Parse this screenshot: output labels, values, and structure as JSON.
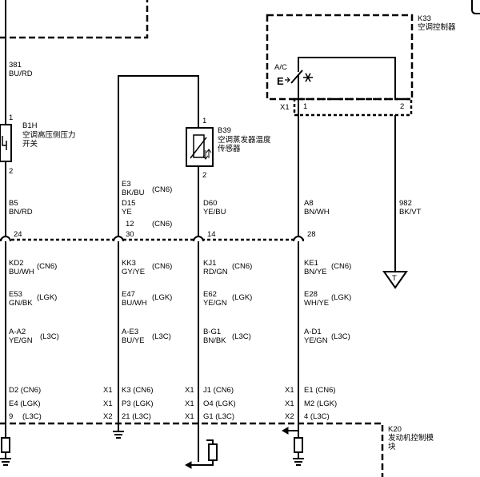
{
  "k33": {
    "id": "K33",
    "name": "空调控制器",
    "ac_label": "A/C",
    "pin_1": "1",
    "pin_2": "2",
    "connector": "X1"
  },
  "b1h": {
    "id": "B1H",
    "name_line1": "空调高压侧压力",
    "name_line2": "开关",
    "pin_1": "1",
    "pin_2": "2"
  },
  "b39": {
    "id": "B39",
    "name_line1": "空调蒸发器温度",
    "name_line2": "传感器",
    "pin_1": "1",
    "pin_2": "2"
  },
  "k20": {
    "id": "K20",
    "name_line1": "发动机控制模",
    "name_line2": "块"
  },
  "wire_381": {
    "circuit": "381",
    "color": "BU/RD"
  },
  "wire_982": {
    "circuit": "982",
    "color": "BK/VT"
  },
  "wire_b5": {
    "code": "B5",
    "color": "BN/RD"
  },
  "wire_e3": {
    "code": "E3",
    "color": "BK/BU",
    "note": "(CN6)",
    "code2": "D15",
    "color2": "YE",
    "pin": "12",
    "pin_note": "(CN6)"
  },
  "wire_d60": {
    "code": "D60",
    "color": "YE/BU"
  },
  "wire_a8": {
    "code": "A8",
    "color": "BN/WH"
  },
  "splice_pins": [
    "24",
    "30",
    "14",
    "28"
  ],
  "col1": {
    "r1_code": "KD2",
    "r1_color": "BU/WH",
    "r1_note": "(CN6)",
    "r2_code": "E53",
    "r2_color": "GN/BK",
    "r2_note": "(LGK)",
    "r3_code": "A-A2",
    "r3_color": "YE/GN",
    "r3_note": "(L3C)",
    "p1": "D2 (CN6)",
    "p2": "E4 (LGK)",
    "p3": "9",
    "p3_note": "(L3C)"
  },
  "col2": {
    "r1_code": "KK3",
    "r1_color": "GY/YE",
    "r1_note": "(CN6)",
    "r2_code": "E47",
    "r2_color": "BU/WH",
    "r2_note": "(LGK)",
    "r3_code": "A-E3",
    "r3_color": "BU/YE",
    "r3_note": "(L3C)",
    "x1": "X1",
    "x2": "X1",
    "x3": "X2",
    "p1": "K3 (CN6)",
    "p2": "P3 (LGK)",
    "p3": "21 (L3C)"
  },
  "col3": {
    "r1_code": "KJ1",
    "r1_color": "RD/GN",
    "r1_note": "(CN6)",
    "r2_code": "E62",
    "r2_color": "YE/GN",
    "r2_note": "(LGK)",
    "r3_code": "B-G1",
    "r3_color": "BN/BK",
    "r3_note": "(L3C)",
    "x1": "X1",
    "x2": "X1",
    "x3": "X1",
    "p1": "J1  (CN6)",
    "p2": "O4  (LGK)",
    "p3": "G1  (L3C)"
  },
  "col4": {
    "r1_code": "KE1",
    "r1_color": "BN/YE",
    "r1_note": "(CN6)",
    "r2_code": "E28",
    "r2_color": "WH/YE",
    "r2_note": "(LGK)",
    "r3_code": "A-D1",
    "r3_color": "YE/GN",
    "r3_note": "(L3C)",
    "x1": "X1",
    "x2": "X1",
    "x3": "X2",
    "p1": "E1 (CN6)",
    "p2": "M2 (LGK)",
    "p3": "4  (L3C)"
  },
  "ground_label": "T"
}
